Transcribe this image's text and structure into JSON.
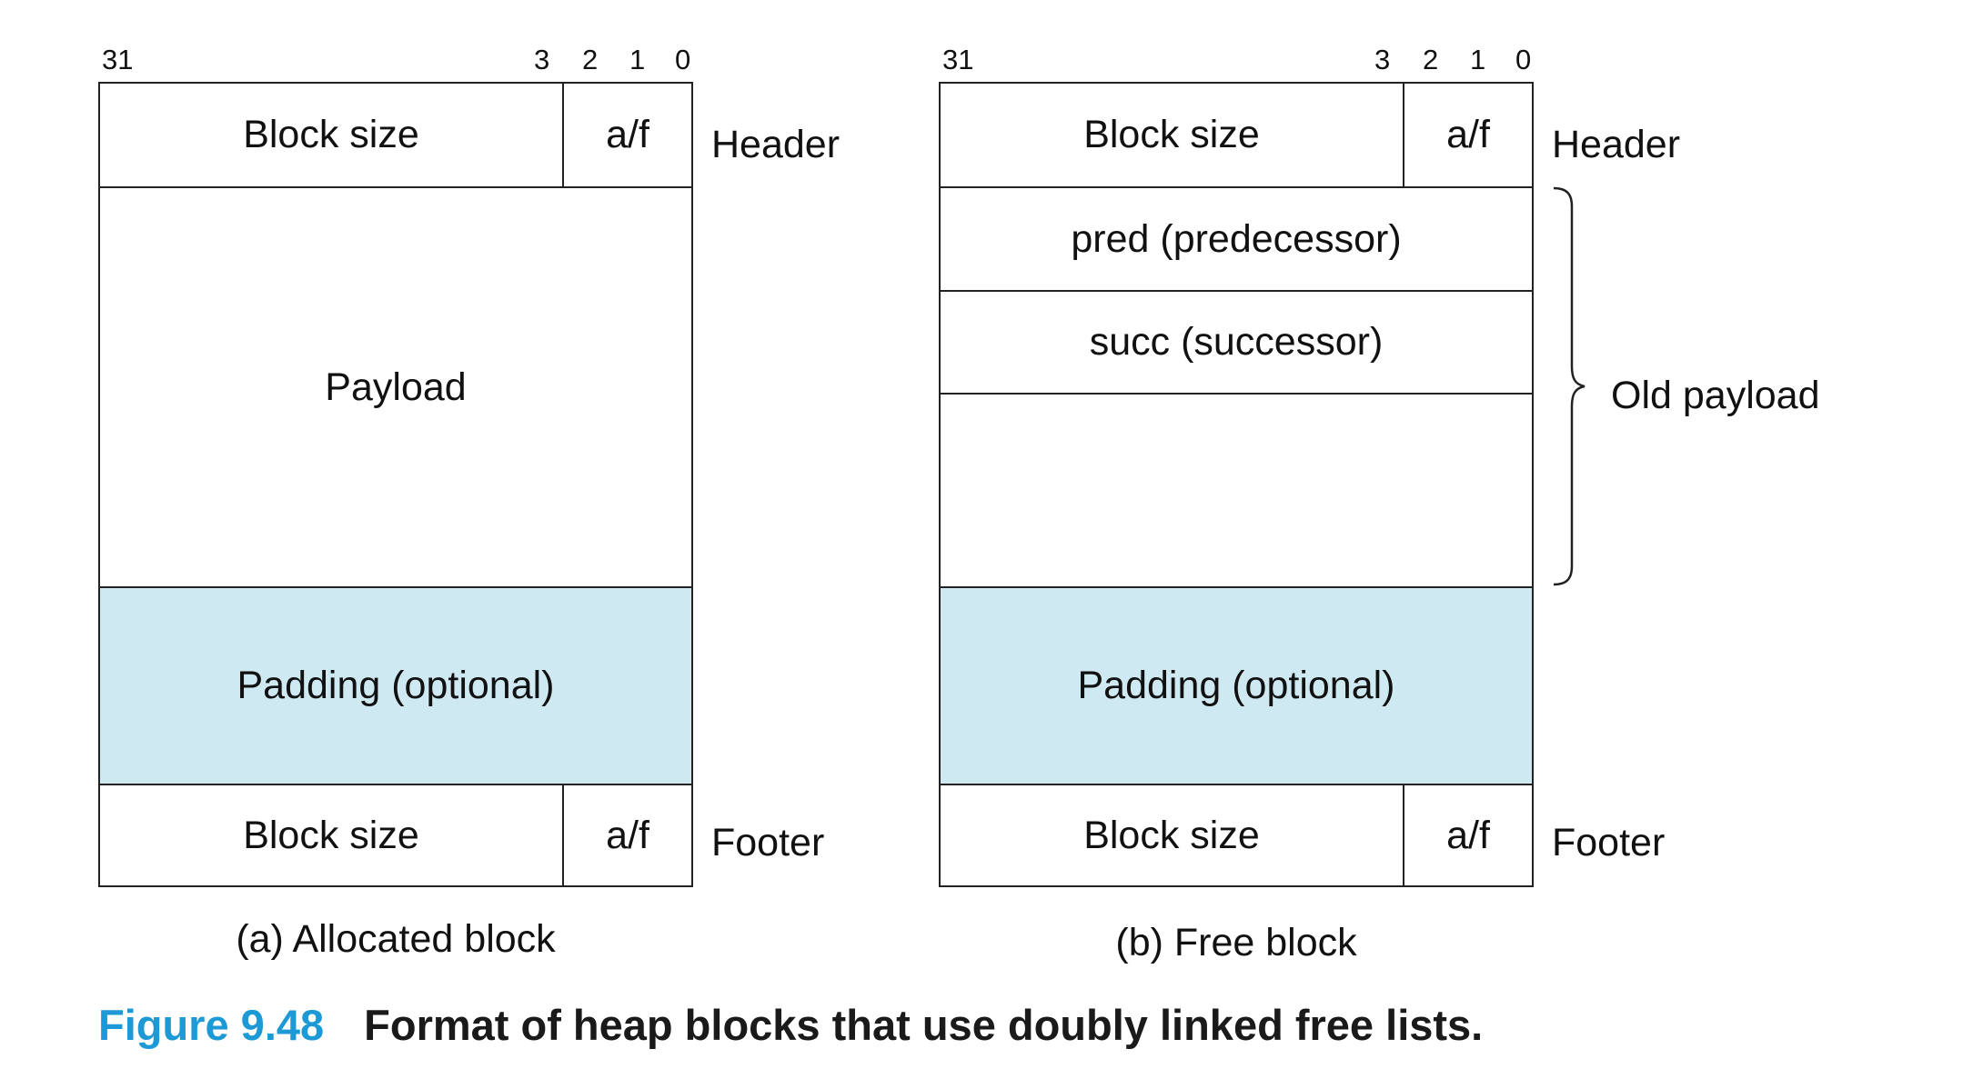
{
  "bit_labels": {
    "b31": "31",
    "b3": "3",
    "b2": "2",
    "b1": "1",
    "b0": "0"
  },
  "allocated": {
    "header_size": "Block size",
    "header_af": "a/f",
    "payload": "Payload",
    "padding": "Padding (optional)",
    "footer_size": "Block size",
    "footer_af": "a/f",
    "header_label": "Header",
    "footer_label": "Footer",
    "subtitle": "(a) Allocated block"
  },
  "free": {
    "header_size": "Block size",
    "header_af": "a/f",
    "pred": "pred (predecessor)",
    "succ": "succ (successor)",
    "padding": "Padding (optional)",
    "footer_size": "Block size",
    "footer_af": "a/f",
    "header_label": "Header",
    "old_payload_label": "Old payload",
    "footer_label": "Footer",
    "subtitle": "(b) Free block"
  },
  "caption": {
    "number": "Figure 9.48",
    "text": "Format of heap blocks that use doubly linked free lists."
  },
  "colors": {
    "padding_fill": "#cfe9f2",
    "caption_accent": "#1d9ad6"
  }
}
